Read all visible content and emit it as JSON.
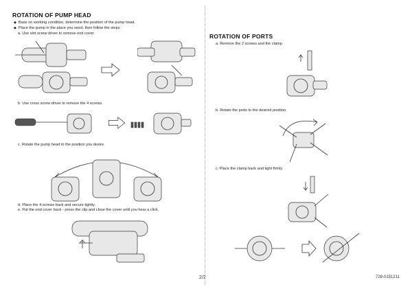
{
  "left": {
    "title": "ROTATION OF PUMP HEAD",
    "bullets": [
      "Base on working condition, determine the position of the pump head.",
      "Place the pump in the place you need, then follow the steps :"
    ],
    "step_a": "a. Use slot screw driver to remove end cover.",
    "step_b": "b. Use cross screw driver to remove the 4 screws.",
    "step_c": "c. Rotate the pump head to the position you desire.",
    "step_d": "d. Place the 4 screws back and secure tightly.",
    "step_e": "e. Put the end cover back - press the clip and close the cover until you hear a click."
  },
  "right": {
    "title": "ROTATION OF PORTS",
    "step_a": "a. Remove the 2 screws and the clamp.",
    "step_b": "b. Rotate the ports to the desired position.",
    "step_c": "c. Place the clamp back and tight firmly."
  },
  "footer": {
    "page": "2/2",
    "part_number": "728-0151211"
  },
  "icons": [
    "arrow-right-icon",
    "screwdriver-icon",
    "screws-icon",
    "rotation-arrow-icon"
  ]
}
